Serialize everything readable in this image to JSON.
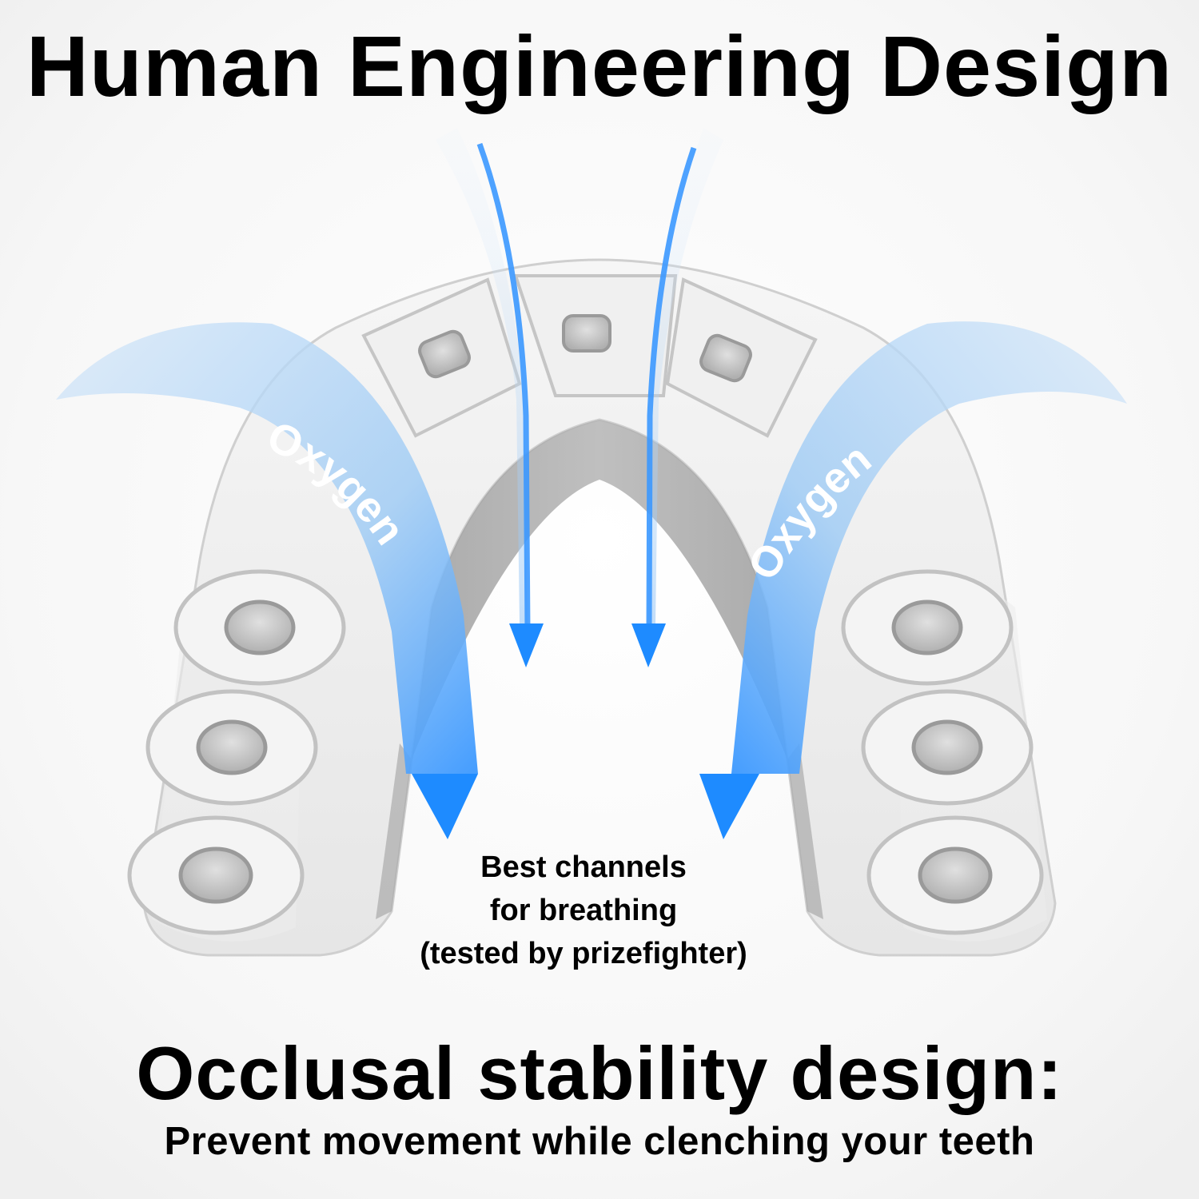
{
  "header": {
    "title": "Human Engineering Design"
  },
  "diagram": {
    "left_flow_label": "Oxygen",
    "right_flow_label": "Oxygen",
    "note_lines": [
      "Best channels",
      "for breathing",
      "(tested by prizefighter)"
    ]
  },
  "footer": {
    "heading": "Occlusal stability design:",
    "subheading": "Prevent movement while clenching your teeth"
  },
  "colors": {
    "arrow_blue": "#1e8bff",
    "flow_light_blue": "#bcd9f5",
    "guard_white": "#f1f1f1",
    "guard_shadow": "#a9a9a9",
    "text": "#000000"
  }
}
